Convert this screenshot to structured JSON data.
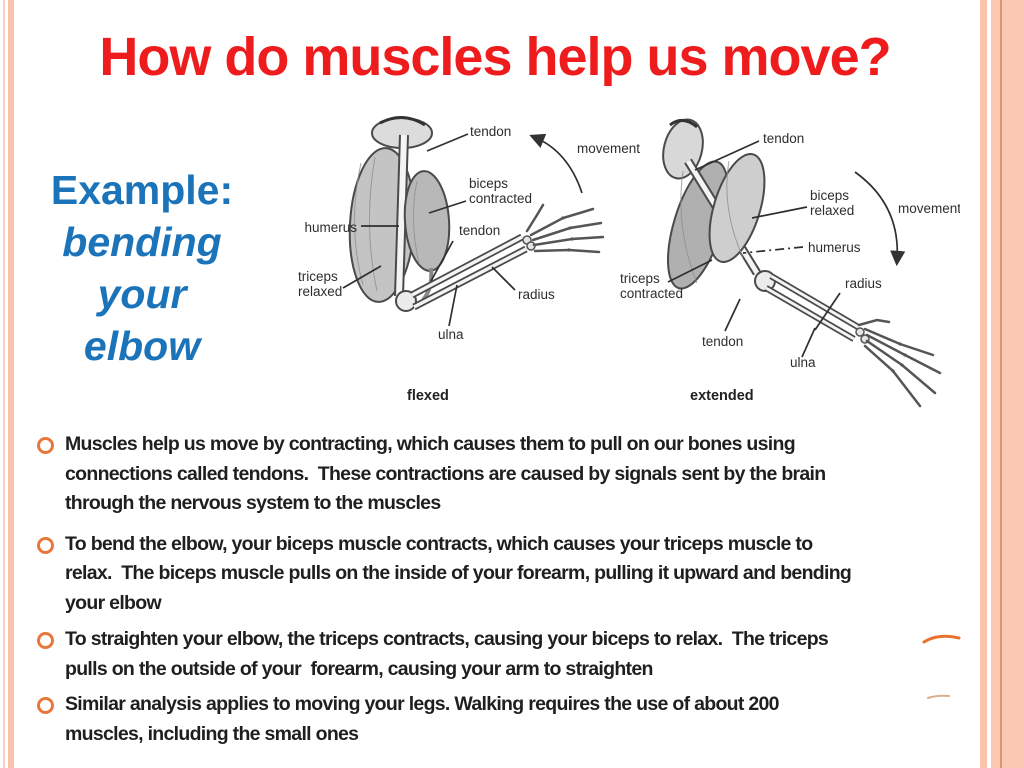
{
  "slide": {
    "title": "How do muscles help us move?",
    "example": {
      "line1": "Example:",
      "line2": "bending",
      "line3": "your",
      "line4": "elbow"
    },
    "colors": {
      "title_red": "#ee1c1c",
      "example_blue": "#1b73b9",
      "bullet_orange": "#e8773c",
      "body_text": "#1f1f1f",
      "border_salmon": "#f9c2ab",
      "border_salmon_wide": "#fac8b3",
      "border_salmon_dark": "#db9870"
    }
  },
  "diagram": {
    "flexed": {
      "caption": "flexed",
      "labels": {
        "tendon_top": "tendon",
        "movement": "movement",
        "biceps_l1": "biceps",
        "biceps_l2": "contracted",
        "humerus": "humerus",
        "tendon_mid": "tendon",
        "triceps_l1": "triceps",
        "triceps_l2": "relaxed",
        "radius": "radius",
        "ulna": "ulna"
      }
    },
    "extended": {
      "caption": "extended",
      "labels": {
        "tendon_top": "tendon",
        "biceps_l1": "biceps",
        "biceps_l2": "relaxed",
        "movement": "movement",
        "humerus": "humerus",
        "triceps_l1": "triceps",
        "triceps_l2": "contracted",
        "radius": "radius",
        "tendon_bottom": "tendon",
        "ulna": "ulna"
      }
    }
  },
  "bullets": [
    {
      "lines": [
        "Muscles help us move by contracting, which causes them to pull on our bones using",
        "connections called tendons.  These contractions are caused by signals sent by the brain",
        "through the nervous system to the muscles"
      ]
    },
    {
      "lines": [
        "To bend the elbow, your biceps muscle contracts, which causes your triceps muscle to",
        "relax.  The biceps muscle pulls on the inside of your forearm, pulling it upward and bending",
        "your elbow"
      ]
    },
    {
      "lines": [
        "To straighten your elbow, the triceps contracts, causing your biceps to relax.  The triceps",
        "pulls on the outside of your  forearm, causing your arm to straighten"
      ]
    },
    {
      "lines": [
        "Similar analysis applies to moving your legs. Walking requires the use of about 200",
        "muscles, including the small ones"
      ]
    }
  ]
}
